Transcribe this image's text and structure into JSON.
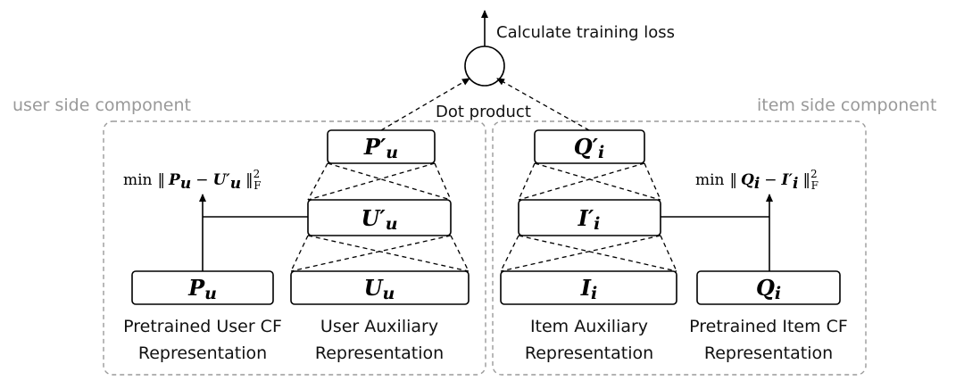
{
  "top": {
    "loss_label": "Calculate training loss",
    "dot_product_label": "Dot product"
  },
  "user_side": {
    "component_label": "user side component",
    "p_prime_u": {
      "base": "P",
      "prime": "′",
      "sub": "u"
    },
    "u_prime_u": {
      "base": "U",
      "prime": "′",
      "sub": "u"
    },
    "p_u": {
      "base": "P",
      "sub": "u"
    },
    "u_u": {
      "base": "U",
      "sub": "u"
    },
    "objective": {
      "min": "min",
      "norm": "‖",
      "p": "P",
      "p_sub": "u",
      "minus": "−",
      "u": "U",
      "u_prime": "′",
      "u_sub": "u",
      "close_norm": "‖",
      "sup": "2",
      "sub_f": "F"
    },
    "pretrained_caption_line1": "Pretrained User CF",
    "pretrained_caption_line2": "Representation",
    "auxiliary_caption_line1": "User Auxiliary",
    "auxiliary_caption_line2": "Representation"
  },
  "item_side": {
    "component_label": "item side component",
    "q_prime_i": {
      "base": "Q",
      "prime": "′",
      "sub": "i"
    },
    "i_prime_i": {
      "base": "I",
      "prime": "′",
      "sub": "i"
    },
    "i_i": {
      "base": "I",
      "sub": "i"
    },
    "q_i": {
      "base": "Q",
      "sub": "i"
    },
    "objective": {
      "min": "min",
      "norm": "‖",
      "q": "Q",
      "q_sub": "i",
      "minus": "−",
      "i": "I",
      "i_prime": "′",
      "i_sub": "i",
      "close_norm": "‖",
      "sup": "2",
      "sub_f": "F"
    },
    "auxiliary_caption_line1": "Item Auxiliary",
    "auxiliary_caption_line2": "Representation",
    "pretrained_caption_line1": "Pretrained Item CF",
    "pretrained_caption_line2": "Representation"
  }
}
